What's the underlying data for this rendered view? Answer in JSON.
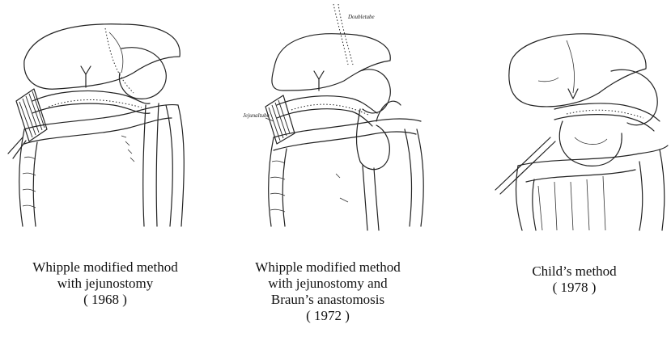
{
  "figures": [
    {
      "caption_lines": [
        "Whipple modified method",
        "with jejunostomy",
        "( 1968 )"
      ],
      "labels": []
    },
    {
      "caption_lines": [
        "Whipple modified method",
        "with jejunostomy and",
        "Braun’s anastomosis",
        "( 1972 )"
      ],
      "labels": [
        "Doubletube",
        "Jejunaltube"
      ]
    },
    {
      "caption_lines": [
        "Child’s method",
        "( 1978 )"
      ],
      "labels": []
    }
  ]
}
